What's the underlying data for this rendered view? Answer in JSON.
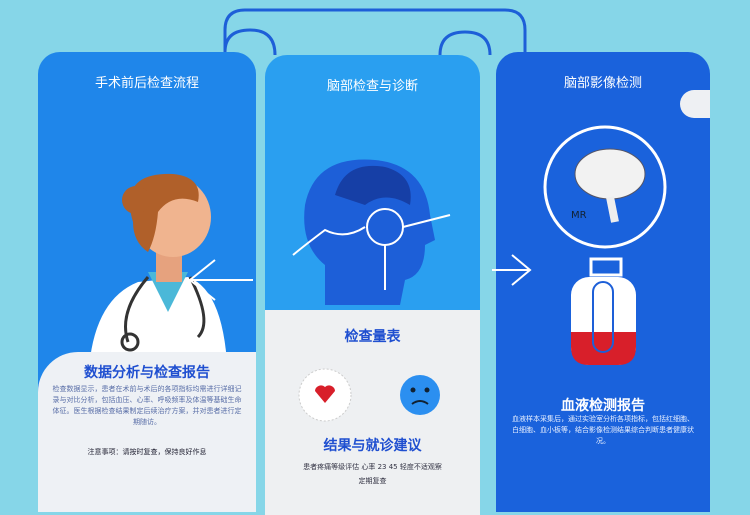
{
  "cards": [
    {
      "title": "手术前后检查流程",
      "heading": "数据分析与检查报告",
      "body": "检查数据显示，患者在术前与术后的各项指标均需进行详细记录与对比分析，包括血压、心率、呼吸频率及体温等基础生命体征。医生根据检查结果制定后续治疗方案，并对患者进行定期随访。",
      "footer": "注意事项：请按时复查，保持良好作息"
    },
    {
      "title": "脑部检查与诊断",
      "heading": "检查量表",
      "heading2": "结果与就诊建议",
      "body": "患者疼痛等级评估 心率 23 45 轻度不适观察",
      "footer": "定期复查"
    },
    {
      "title": "脑部影像检测",
      "mri_label": "MR",
      "heading": "血液检测报告",
      "body": "血液样本采集后，通过实验室分析各项指标，包括红细胞、白细胞、血小板等，结合影像检测结果综合判断患者健康状况。"
    }
  ],
  "colors": {
    "bg": "#86d6e8",
    "card1": "#1f86ea",
    "card2": "#2a9ff0",
    "card3": "#1a62dc",
    "blood": "#d81f2a"
  }
}
